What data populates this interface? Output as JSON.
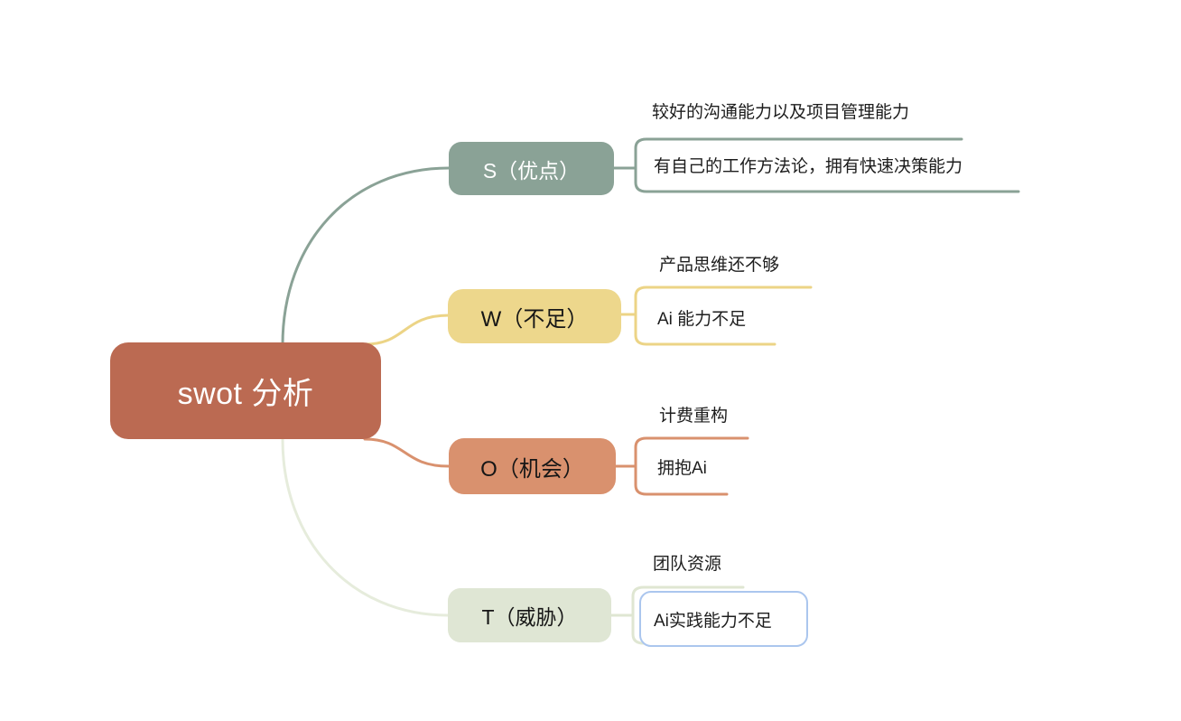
{
  "root_topic": {
    "label": "swot 分析",
    "bg_color": "#bb6a52",
    "text_color": "#ffffff"
  },
  "branches": [
    {
      "label": "S（优点）",
      "color": "#8aa296",
      "text_color": "#ffffff",
      "children": [
        {
          "label": "较好的沟通能力以及项目管理能力"
        },
        {
          "label": "有自己的工作方法论，拥有快速决策能力"
        }
      ]
    },
    {
      "label": "W（不足）",
      "color": "#edd78c",
      "text_color": "#161616",
      "children": [
        {
          "label": "产品思维还不够"
        },
        {
          "label": "Ai 能力不足"
        }
      ]
    },
    {
      "label": "O（机会）",
      "color": "#d9916e",
      "text_color": "#161616",
      "children": [
        {
          "label": "计费重构"
        },
        {
          "label": "拥抱Ai"
        }
      ]
    },
    {
      "label": "T（威胁）",
      "color": "#dfe6d4",
      "text_color": "#161616",
      "children": [
        {
          "label": "团队资源"
        },
        {
          "label": "Ai实践能力不足",
          "selected": true
        }
      ]
    }
  ],
  "selection": {
    "border_color": "#abc6ee",
    "selected_label": "Ai实践能力不足"
  }
}
